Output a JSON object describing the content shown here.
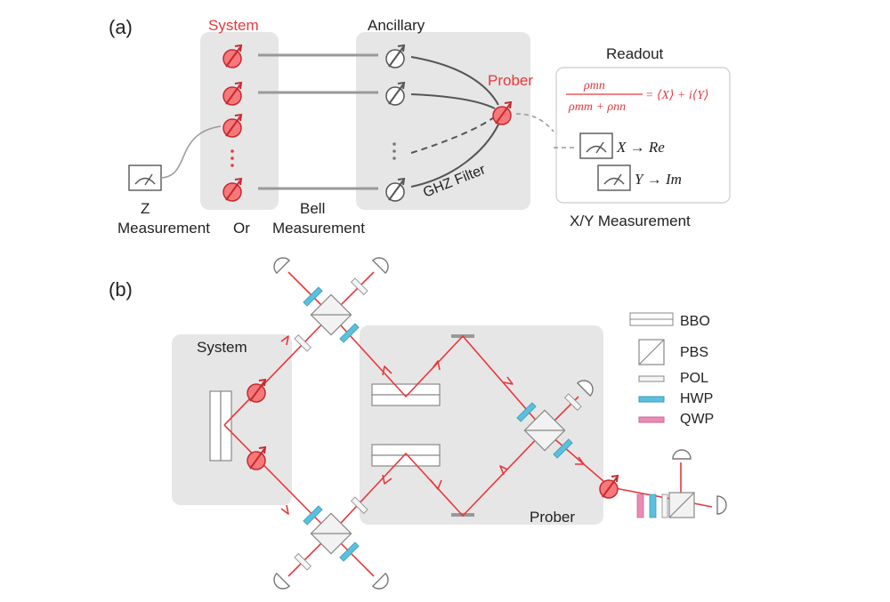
{
  "panel_a": {
    "label": "(a)",
    "system_title": "System",
    "ancillary_title": "Ancillary",
    "prober_label": "Prober",
    "ghz_filter_label": "GHZ Filter",
    "readout_title": "Readout",
    "formula": {
      "numerator": "ρmn",
      "denominator": "ρmm + ρnn",
      "rhs": "= ⟨X⟩ + i⟨Y⟩"
    },
    "x_readout": "X → Re",
    "y_readout": "Y → Im",
    "xy_measurement_label": "X/Y Measurement",
    "z_label": "Z",
    "z_measurement_label": "Measurement",
    "or_label": "Or",
    "bell_label": "Bell",
    "bell_measurement_label": "Measurement"
  },
  "panel_b": {
    "label": "(b)",
    "system_title": "System",
    "prober_title": "Prober",
    "legend": [
      {
        "symbol": "bbo",
        "label": "BBO"
      },
      {
        "symbol": "pbs",
        "label": "PBS"
      },
      {
        "symbol": "pol",
        "label": "POL"
      },
      {
        "symbol": "hwp",
        "label": "HWP",
        "color": "#5bc0de"
      },
      {
        "symbol": "qwp",
        "label": "QWP",
        "color": "#e98bb5"
      }
    ]
  },
  "colors": {
    "accent_red": "#e8373c",
    "qubit_fill": "#f7787a",
    "panel_gray": "#e6e6e6",
    "hwp_blue": "#5bc0de",
    "qwp_pink": "#e98bb5"
  }
}
